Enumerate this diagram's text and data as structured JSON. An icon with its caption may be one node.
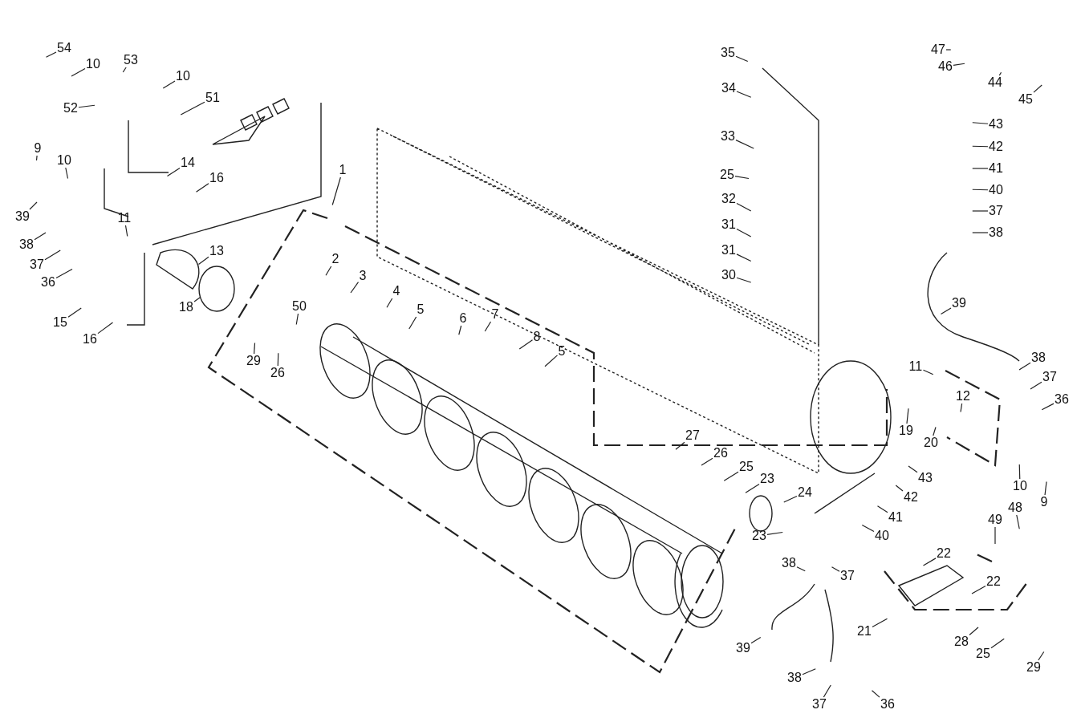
{
  "diagram": {
    "nodes": [
      {
        "text": [
          "54"
        ]
      },
      {
        "text": [
          "10"
        ]
      },
      {
        "text": [
          "52"
        ]
      },
      {
        "text": [
          "53"
        ]
      },
      {
        "text": [
          "10"
        ]
      },
      {
        "text": [
          "51"
        ]
      },
      {
        "text": [
          "9"
        ]
      },
      {
        "text": [
          "10"
        ]
      },
      {
        "text": [
          "14"
        ]
      },
      {
        "text": [
          "16"
        ]
      },
      {
        "text": [
          "39"
        ]
      },
      {
        "text": [
          "11"
        ]
      },
      {
        "text": [
          "38"
        ]
      },
      {
        "text": [
          "13"
        ]
      },
      {
        "text": [
          "37"
        ]
      },
      {
        "text": [
          "36"
        ]
      },
      {
        "text": [
          "1"
        ]
      },
      {
        "text": [
          "2"
        ]
      },
      {
        "text": [
          "3"
        ]
      },
      {
        "text": [
          "18"
        ]
      },
      {
        "text": [
          "50"
        ]
      },
      {
        "text": [
          "4"
        ]
      },
      {
        "text": [
          "5"
        ]
      },
      {
        "text": [
          "15"
        ]
      },
      {
        "text": [
          "6"
        ]
      },
      {
        "text": [
          "7"
        ]
      },
      {
        "text": [
          "16"
        ]
      },
      {
        "text": [
          "29"
        ]
      },
      {
        "text": [
          "26"
        ]
      },
      {
        "text": [
          "8"
        ]
      },
      {
        "text": [
          "5"
        ]
      },
      {
        "text": [
          "35"
        ]
      },
      {
        "text": [
          "34"
        ]
      },
      {
        "text": [
          "33"
        ]
      },
      {
        "text": [
          "25"
        ]
      },
      {
        "text": [
          "32"
        ]
      },
      {
        "text": [
          "31"
        ]
      },
      {
        "text": [
          "31"
        ]
      },
      {
        "text": [
          "30"
        ]
      },
      {
        "text": [
          "47"
        ]
      },
      {
        "text": [
          "46"
        ]
      },
      {
        "text": [
          "44"
        ]
      },
      {
        "text": [
          "45"
        ]
      },
      {
        "text": [
          "43"
        ]
      },
      {
        "text": [
          "42"
        ]
      },
      {
        "text": [
          "41"
        ]
      },
      {
        "text": [
          "40"
        ]
      },
      {
        "text": [
          "37"
        ]
      },
      {
        "text": [
          "38"
        ]
      },
      {
        "text": [
          "39"
        ]
      },
      {
        "text": [
          "38"
        ]
      },
      {
        "text": [
          "37"
        ]
      },
      {
        "text": [
          "11"
        ]
      },
      {
        "text": [
          "12"
        ]
      },
      {
        "text": [
          "36"
        ]
      },
      {
        "text": [
          "19"
        ]
      },
      {
        "text": [
          "20"
        ]
      },
      {
        "text": [
          "10"
        ]
      },
      {
        "text": [
          "9"
        ]
      },
      {
        "text": [
          "27"
        ]
      },
      {
        "text": [
          "26"
        ]
      },
      {
        "text": [
          "25"
        ]
      },
      {
        "text": [
          "23"
        ]
      },
      {
        "text": [
          "24"
        ]
      },
      {
        "text": [
          "43"
        ]
      },
      {
        "text": [
          "42"
        ]
      },
      {
        "text": [
          "41"
        ]
      },
      {
        "text": [
          "40"
        ]
      },
      {
        "text": [
          "23"
        ]
      },
      {
        "text": [
          "38"
        ]
      },
      {
        "text": [
          "37"
        ]
      },
      {
        "text": [
          "49"
        ]
      },
      {
        "text": [
          "48"
        ]
      },
      {
        "text": [
          "22"
        ]
      },
      {
        "text": [
          "22"
        ]
      },
      {
        "text": [
          "21"
        ]
      },
      {
        "text": [
          "39"
        ]
      },
      {
        "text": [
          "28"
        ]
      },
      {
        "text": [
          "25"
        ]
      },
      {
        "text": [
          "29"
        ]
      },
      {
        "text": [
          "38"
        ]
      },
      {
        "text": [
          "37"
        ]
      },
      {
        "text": [
          "36"
        ]
      }
    ],
    "edges": [
      {
        "from": 0,
        "to": null,
        "arrow": "none"
      },
      {
        "from": 1,
        "to": null,
        "arrow": "none"
      },
      {
        "from": 2,
        "to": null,
        "arrow": "none"
      },
      {
        "from": 3,
        "to": null,
        "arrow": "none"
      },
      {
        "from": 4,
        "to": null,
        "arrow": "none"
      },
      {
        "from": 5,
        "to": null,
        "arrow": "none"
      },
      {
        "from": 6,
        "to": null,
        "arrow": "none"
      },
      {
        "from": 7,
        "to": null,
        "arrow": "none"
      },
      {
        "from": 8,
        "to": null,
        "arrow": "none"
      },
      {
        "from": 9,
        "to": null,
        "arrow": "none"
      },
      {
        "from": 10,
        "to": null,
        "arrow": "none"
      },
      {
        "from": 11,
        "to": null,
        "arrow": "none"
      },
      {
        "from": 12,
        "to": null,
        "arrow": "none"
      },
      {
        "from": 13,
        "to": null,
        "arrow": "none"
      },
      {
        "from": 14,
        "to": null,
        "arrow": "none"
      },
      {
        "from": 15,
        "to": null,
        "arrow": "none"
      },
      {
        "from": 16,
        "to": null,
        "arrow": "none"
      },
      {
        "from": 17,
        "to": null,
        "arrow": "none"
      },
      {
        "from": 18,
        "to": null,
        "arrow": "none"
      },
      {
        "from": 19,
        "to": null,
        "arrow": "none"
      },
      {
        "from": 20,
        "to": null,
        "arrow": "none"
      },
      {
        "from": 21,
        "to": null,
        "arrow": "none"
      },
      {
        "from": 22,
        "to": null,
        "arrow": "none"
      },
      {
        "from": 23,
        "to": null,
        "arrow": "none"
      },
      {
        "from": 24,
        "to": null,
        "arrow": "none"
      },
      {
        "from": 25,
        "to": null,
        "arrow": "none"
      },
      {
        "from": 26,
        "to": null,
        "arrow": "none"
      },
      {
        "from": 27,
        "to": null,
        "arrow": "none"
      },
      {
        "from": 28,
        "to": null,
        "arrow": "none"
      },
      {
        "from": 29,
        "to": null,
        "arrow": "none"
      },
      {
        "from": 30,
        "to": null,
        "arrow": "none"
      },
      {
        "from": 31,
        "to": null,
        "arrow": "none"
      },
      {
        "from": 32,
        "to": null,
        "arrow": "none"
      },
      {
        "from": 33,
        "to": null,
        "arrow": "none"
      },
      {
        "from": 34,
        "to": null,
        "arrow": "none"
      },
      {
        "from": 35,
        "to": null,
        "arrow": "none"
      },
      {
        "from": 36,
        "to": null,
        "arrow": "none"
      },
      {
        "from": 37,
        "to": null,
        "arrow": "none"
      },
      {
        "from": 38,
        "to": null,
        "arrow": "none"
      },
      {
        "from": 39,
        "to": null,
        "arrow": "none"
      },
      {
        "from": 40,
        "to": null,
        "arrow": "none"
      },
      {
        "from": 41,
        "to": null,
        "arrow": "none"
      },
      {
        "from": 42,
        "to": null,
        "arrow": "none"
      },
      {
        "from": 43,
        "to": null,
        "arrow": "none"
      },
      {
        "from": 44,
        "to": null,
        "arrow": "none"
      },
      {
        "from": 45,
        "to": null,
        "arrow": "none"
      },
      {
        "from": 46,
        "to": null,
        "arrow": "none"
      },
      {
        "from": 47,
        "to": null,
        "arrow": "none"
      },
      {
        "from": 48,
        "to": null,
        "arrow": "none"
      },
      {
        "from": 49,
        "to": null,
        "arrow": "none"
      },
      {
        "from": 50,
        "to": null,
        "arrow": "none"
      },
      {
        "from": 51,
        "to": null,
        "arrow": "none"
      },
      {
        "from": 52,
        "to": null,
        "arrow": "none"
      },
      {
        "from": 53,
        "to": null,
        "arrow": "none"
      },
      {
        "from": 54,
        "to": null,
        "arrow": "none"
      },
      {
        "from": 55,
        "to": null,
        "arrow": "none"
      },
      {
        "from": 56,
        "to": null,
        "arrow": "none"
      },
      {
        "from": 57,
        "to": null,
        "arrow": "none"
      },
      {
        "from": 58,
        "to": null,
        "arrow": "none"
      },
      {
        "from": 59,
        "to": null,
        "arrow": "none"
      },
      {
        "from": 60,
        "to": null,
        "arrow": "none"
      },
      {
        "from": 61,
        "to": null,
        "arrow": "none"
      },
      {
        "from": 62,
        "to": null,
        "arrow": "none"
      },
      {
        "from": 63,
        "to": null,
        "arrow": "none"
      },
      {
        "from": 64,
        "to": null,
        "arrow": "none"
      },
      {
        "from": 65,
        "to": null,
        "arrow": "none"
      },
      {
        "from": 66,
        "to": null,
        "arrow": "none"
      },
      {
        "from": 67,
        "to": null,
        "arrow": "none"
      },
      {
        "from": 68,
        "to": null,
        "arrow": "none"
      },
      {
        "from": 69,
        "to": null,
        "arrow": "none"
      },
      {
        "from": 70,
        "to": null,
        "arrow": "none"
      },
      {
        "from": 71,
        "to": null,
        "arrow": "none"
      },
      {
        "from": 72,
        "to": null,
        "arrow": "none"
      },
      {
        "from": 73,
        "to": null,
        "arrow": "none"
      },
      {
        "from": 74,
        "to": null,
        "arrow": "none"
      },
      {
        "from": 75,
        "to": null,
        "arrow": "none"
      },
      {
        "from": 76,
        "to": null,
        "arrow": "none"
      },
      {
        "from": 77,
        "to": null,
        "arrow": "none"
      },
      {
        "from": 78,
        "to": null,
        "arrow": "none"
      },
      {
        "from": 79,
        "to": null,
        "arrow": "none"
      },
      {
        "from": 80,
        "to": null,
        "arrow": "none"
      },
      {
        "from": 81,
        "to": null,
        "arrow": "none"
      },
      {
        "from": 82,
        "to": null,
        "arrow": "none"
      }
    ]
  }
}
